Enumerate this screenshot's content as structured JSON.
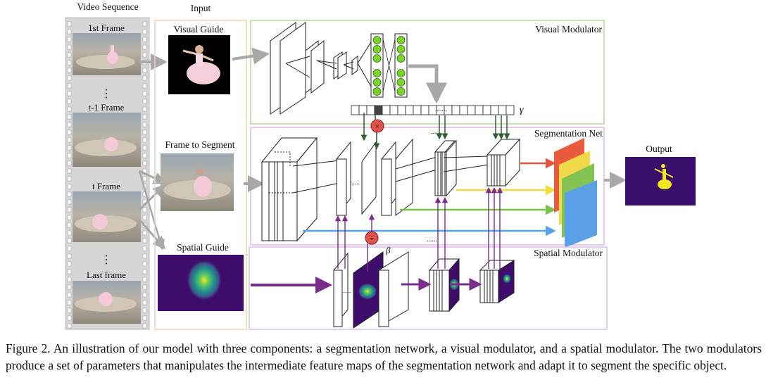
{
  "figure": {
    "labels": {
      "video_sequence": "Video Sequence",
      "input": "Input",
      "frame_1st": "1st Frame",
      "frame_t_minus_1": "t-1 Frame",
      "frame_t": "t Frame",
      "frame_last": "Last frame",
      "visual_guide": "Visual Guide",
      "frame_to_segment": "Frame to Segment",
      "spatial_guide": "Spatial Guide",
      "visual_modulator": "Visual Modulator",
      "segmentation_net": "Segmentation Net",
      "spatial_modulator": "Spatial Modulator",
      "output": "Output",
      "gamma": "γ",
      "beta": "β",
      "multiply_symbol": "×",
      "add_symbol": "+",
      "ellipsis_dots": "......",
      "vertical_dots": "⋮"
    },
    "colors": {
      "visual_modulator_border": "#b7d69a",
      "segmentation_net_border": "#e7b6ea",
      "spatial_modulator_border": "#d9c0ea",
      "input_border": "#f3d2b6",
      "gray_arrow": "#a8a8a8",
      "node_green": "#7cd22a",
      "op_red": "#e0524c",
      "red_arrow": "#e2543f",
      "yellow_arrow": "#f2dd3b",
      "green_arrow": "#7cc24a",
      "blue_arrow": "#56a3ea",
      "purple_arrow": "#7b2d8e",
      "dark_green_arrow": "#2f5d2f",
      "output_bg": "#3b0f6e",
      "guide_bg": "#3e0d6b"
    }
  },
  "caption": {
    "label": "Figure 2.",
    "text": "An illustration of our model with three components: a segmentation network, a visual modulator, and a spatial modulator. The two modulators produce a set of parameters that manipulates the intermediate feature maps of the segmentation network and adapt it to segment the specific object."
  }
}
